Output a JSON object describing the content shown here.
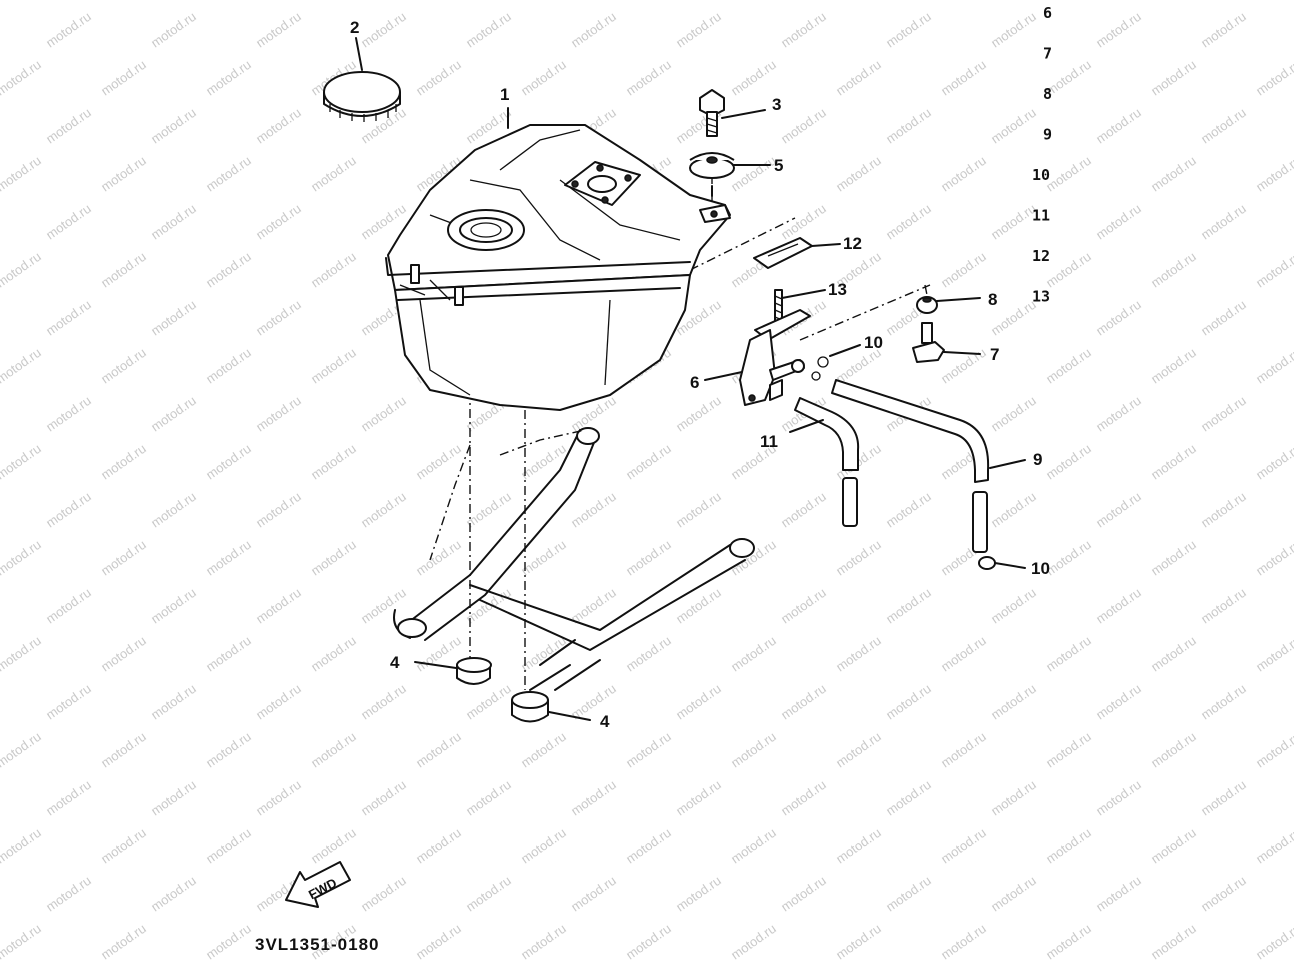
{
  "watermark": "motod.ru",
  "diagram_code": "3VL1351-0180",
  "fwd_label": "FWD",
  "callouts": {
    "c1": "1",
    "c2": "2",
    "c3": "3",
    "c4a": "4",
    "c4b": "4",
    "c5": "5",
    "c6": "6",
    "c7": "7",
    "c8": "8",
    "c9": "9",
    "c10a": "10",
    "c10b": "10",
    "c11": "11",
    "c12": "12",
    "c13": "13"
  },
  "side_index": [
    "6",
    "7",
    "8",
    "9",
    "10",
    "11",
    "12",
    "13"
  ]
}
